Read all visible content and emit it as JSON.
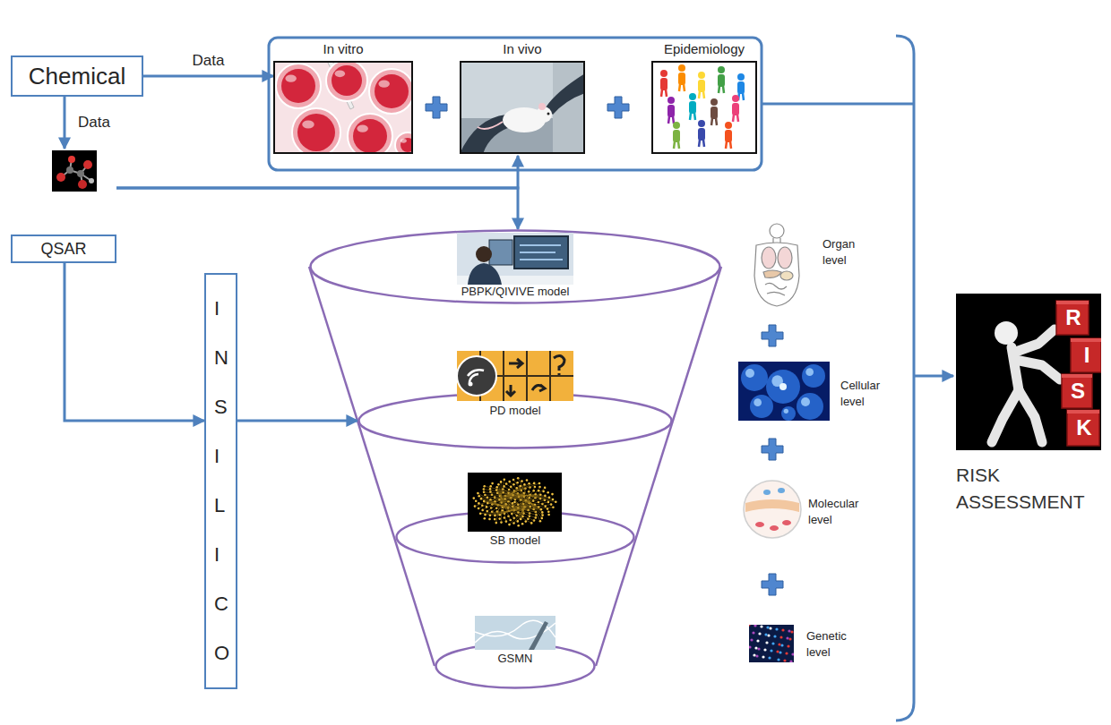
{
  "diagram": {
    "nodes": [
      {
        "text": [
          "Chemical"
        ]
      },
      {
        "text": [
          "In vitro"
        ]
      },
      {
        "text": [
          "In vivo"
        ]
      },
      {
        "text": [
          "Epidemiology"
        ]
      },
      {
        "text": [
          "QSAR"
        ]
      },
      {
        "text": [
          "IN SILICO"
        ]
      },
      {
        "text": [
          "PBPK/QIVIVE model"
        ]
      },
      {
        "text": [
          "PD model"
        ]
      },
      {
        "text": [
          "SB model"
        ]
      },
      {
        "text": [
          "GSMN"
        ]
      },
      {
        "text": [
          "Organ level"
        ]
      },
      {
        "text": [
          "Cellular level"
        ]
      },
      {
        "text": [
          "Molecular level"
        ]
      },
      {
        "text": [
          "Genetic level"
        ]
      },
      {
        "text": [
          "RISK ASSESSMENT"
        ]
      }
    ],
    "edges": [
      {
        "from": 0,
        "to": 1,
        "label": "Data",
        "arrow": "to"
      },
      {
        "from": 0,
        "to": 4,
        "label": "Data",
        "arrow": "to"
      },
      {
        "from": 4,
        "to": 2,
        "arrow": "to"
      },
      {
        "from": 4,
        "to": 6,
        "arrow": "to"
      },
      {
        "from": 4,
        "to": 5,
        "arrow": "to"
      },
      {
        "from": 5,
        "to": 7,
        "arrow": "to"
      }
    ],
    "labels": [
      "R",
      "I",
      "S",
      "K"
    ]
  }
}
